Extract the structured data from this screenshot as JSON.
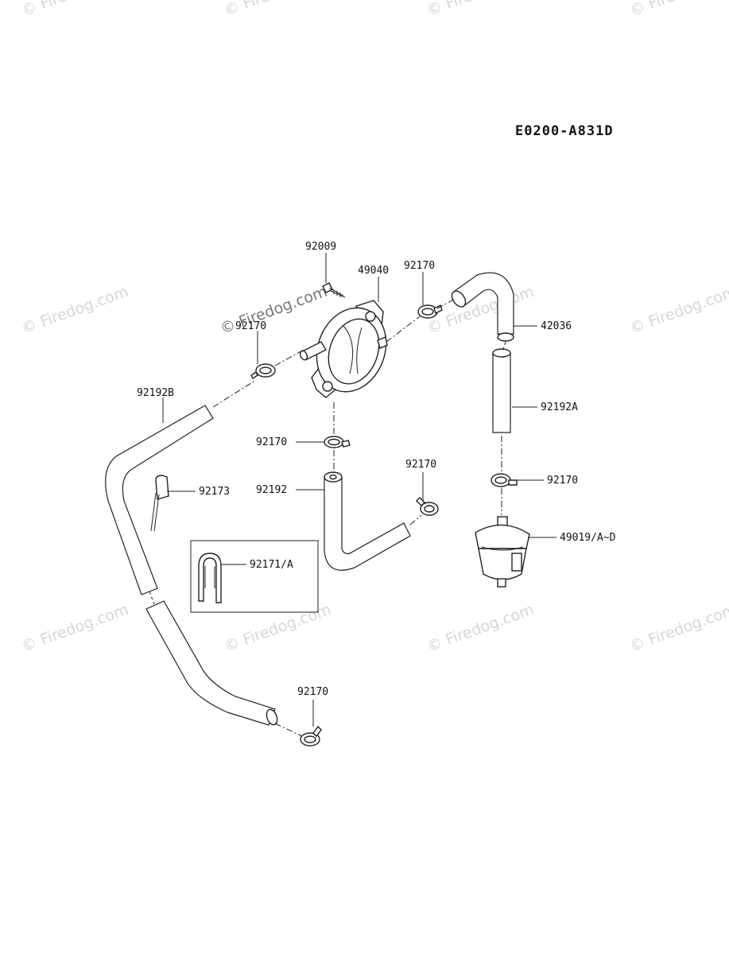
{
  "diagram": {
    "code": "E0200-A831D",
    "watermark": "Firedog.com",
    "watermark_symbol": "©",
    "parts": [
      {
        "id": "p92009",
        "label": "92009"
      },
      {
        "id": "p49040",
        "label": "49040"
      },
      {
        "id": "p92170_top",
        "label": "92170"
      },
      {
        "id": "p92170_left",
        "label": "92170"
      },
      {
        "id": "p42036",
        "label": "42036"
      },
      {
        "id": "p92192B",
        "label": "92192B"
      },
      {
        "id": "p92192A",
        "label": "92192A"
      },
      {
        "id": "p92170_mid",
        "label": "92170"
      },
      {
        "id": "p92170_right_small",
        "label": "92170"
      },
      {
        "id": "p92170_filter",
        "label": "92170"
      },
      {
        "id": "p92173",
        "label": "92173"
      },
      {
        "id": "p92192",
        "label": "92192"
      },
      {
        "id": "p49019",
        "label": "49019/A~D"
      },
      {
        "id": "p92171",
        "label": "92171/A"
      },
      {
        "id": "p92170_bottom",
        "label": "92170"
      }
    ]
  }
}
